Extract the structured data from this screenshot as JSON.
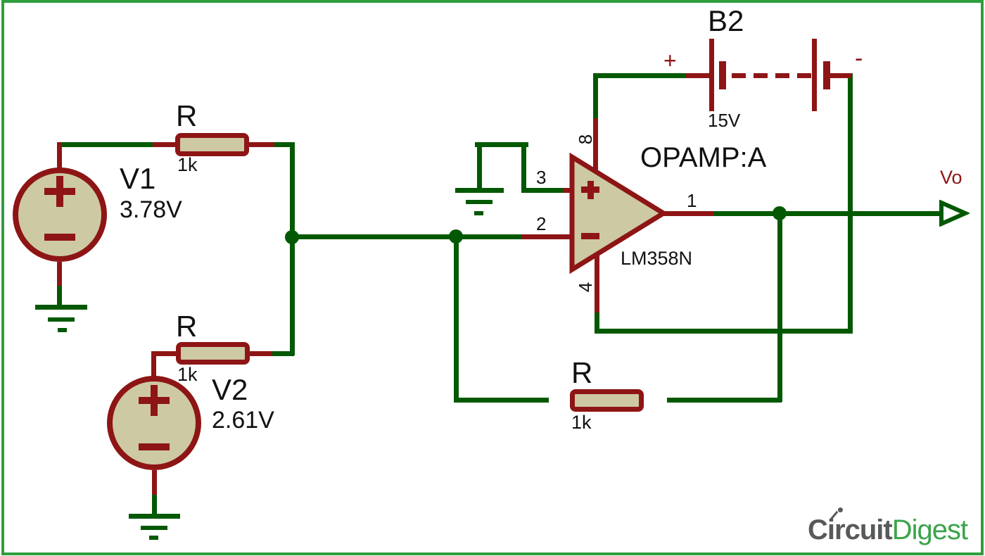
{
  "colors": {
    "wire": "#035903",
    "component": "#8E1515",
    "fill": "#CDC9A3",
    "border": "#2E9E3E",
    "logo_gray": "#58595B",
    "logo_green": "#3BA44A"
  },
  "sources": [
    {
      "name": "V1",
      "value": "3.78V"
    },
    {
      "name": "V2",
      "value": "2.61V"
    }
  ],
  "resistors": [
    {
      "name": "R",
      "value": "1k"
    },
    {
      "name": "R",
      "value": "1k"
    },
    {
      "name": "R",
      "value": "1k"
    }
  ],
  "battery": {
    "name": "B2",
    "value": "15V",
    "plus": "+",
    "minus": "-"
  },
  "opamp": {
    "title": "OPAMP:A",
    "part": "LM358N",
    "pin_out": "1",
    "pin_inv": "2",
    "pin_noninv": "3",
    "pin_vneg": "4",
    "pin_vpos": "8"
  },
  "output": {
    "label": "Vo"
  },
  "logo": {
    "part1": "Circuit",
    "part2": "Digest"
  }
}
